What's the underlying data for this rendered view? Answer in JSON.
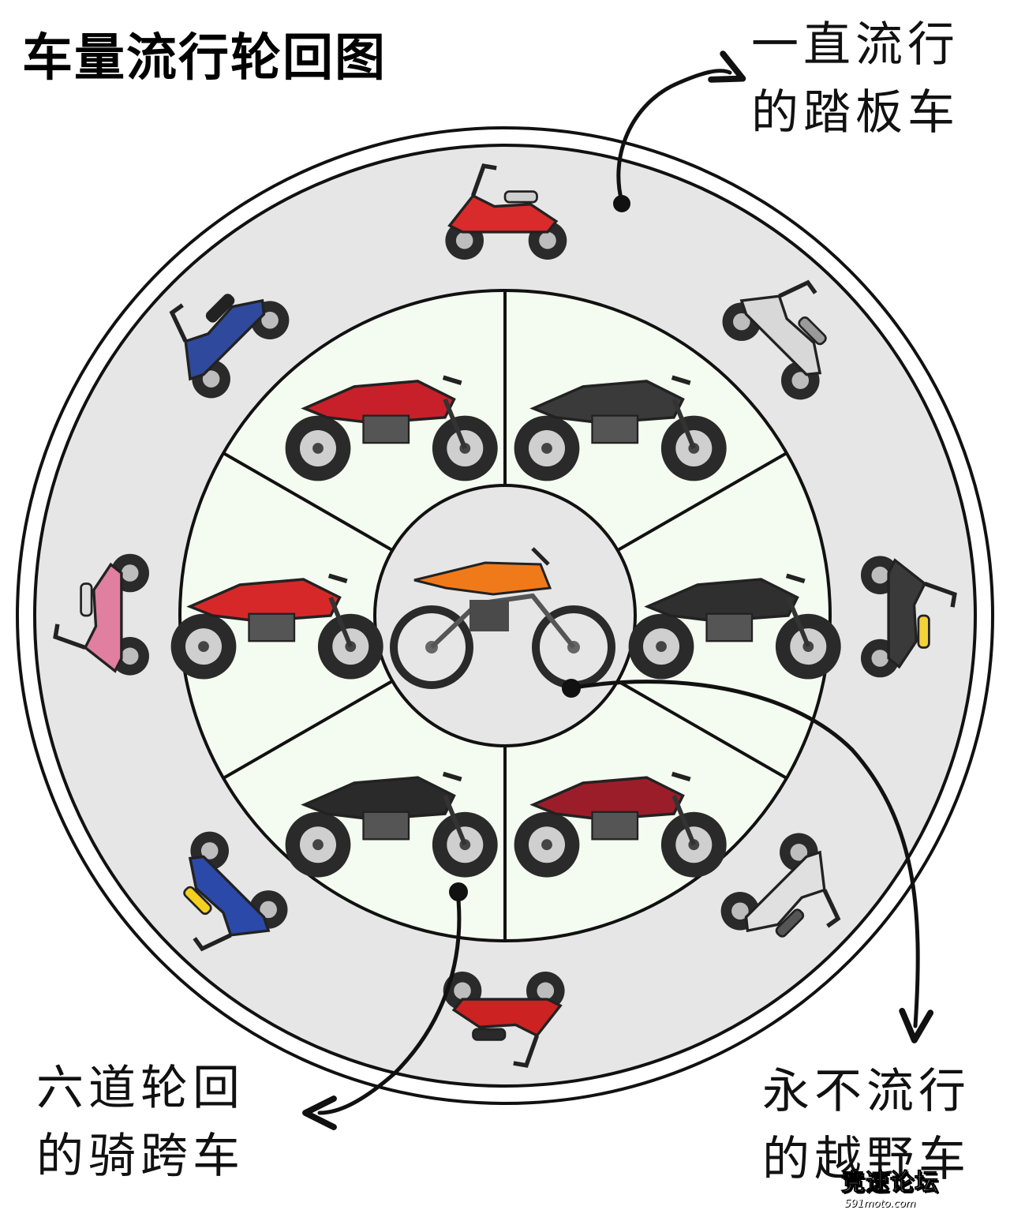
{
  "title": "车量流行轮回图",
  "annotations": {
    "scooter": {
      "line1": "一直流行",
      "line2": "的踏板车"
    },
    "street": {
      "line1": "六道轮回",
      "line2": "的骑跨车"
    },
    "offroad": {
      "line1": "永不流行",
      "line2": "的越野车"
    }
  },
  "watermark": {
    "brand": "竞速论坛",
    "url": "591moto.com"
  },
  "rings": {
    "outer": {
      "label": "scooters",
      "fill": "#e6e6e6"
    },
    "middle": {
      "label": "street bikes",
      "fill": "#f4fbf0"
    },
    "center": {
      "label": "off-road bike",
      "fill": "#e6e6e6"
    }
  },
  "scooters": [
    {
      "icon": "scooter-icon",
      "color": "#d92b2b",
      "accent": "#cfcfcf"
    },
    {
      "icon": "scooter-icon",
      "color": "#d8d8d8",
      "accent": "#9a9a9a"
    },
    {
      "icon": "scooter-icon",
      "color": "#3a3a3a",
      "accent": "#f2d13a"
    },
    {
      "icon": "scooter-icon",
      "color": "#e0e0e0",
      "accent": "#555555"
    },
    {
      "icon": "scooter-icon",
      "color": "#cc2222",
      "accent": "#2a2a2a"
    },
    {
      "icon": "scooter-icon",
      "color": "#2b49a8",
      "accent": "#f5d020"
    },
    {
      "icon": "scooter-icon",
      "color": "#e07fa0",
      "accent": "#dddddd"
    },
    {
      "icon": "scooter-icon",
      "color": "#2f4a9c",
      "accent": "#222222"
    }
  ],
  "street_bikes": [
    {
      "icon": "naked-bike-icon",
      "color": "#c8202a"
    },
    {
      "icon": "adventure-bike-icon",
      "color": "#3a3a3a"
    },
    {
      "icon": "retro-bike-icon",
      "color": "#2f2f2f"
    },
    {
      "icon": "touring-bike-icon",
      "color": "#9c1d2a"
    },
    {
      "icon": "cruiser-bike-icon",
      "color": "#2a2a2a"
    },
    {
      "icon": "sport-bike-icon",
      "color": "#d62828"
    }
  ],
  "center_bike": {
    "icon": "dirt-bike-icon",
    "color": "#f07a1a"
  }
}
